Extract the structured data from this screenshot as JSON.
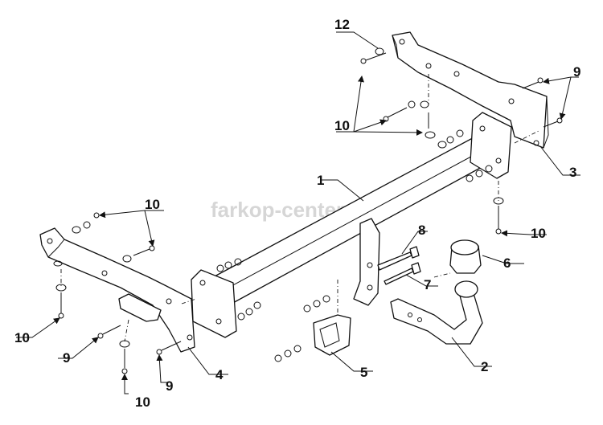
{
  "watermark": "farkop-center.ru",
  "colors": {
    "line": "#111111",
    "background": "#ffffff",
    "watermark": "#d6d6d6"
  },
  "callouts": {
    "c1": "1",
    "c2": "2",
    "c3": "3",
    "c4": "4",
    "c5": "5",
    "c6": "6",
    "c7": "7",
    "c8": "8",
    "c9_top": "9",
    "c9_left": "9",
    "c9_bottom": "9",
    "c10_top": "10",
    "c10_left_top": "10",
    "c10_right": "10",
    "c10_left": "10",
    "c10_bottom": "10",
    "c12": "12"
  }
}
